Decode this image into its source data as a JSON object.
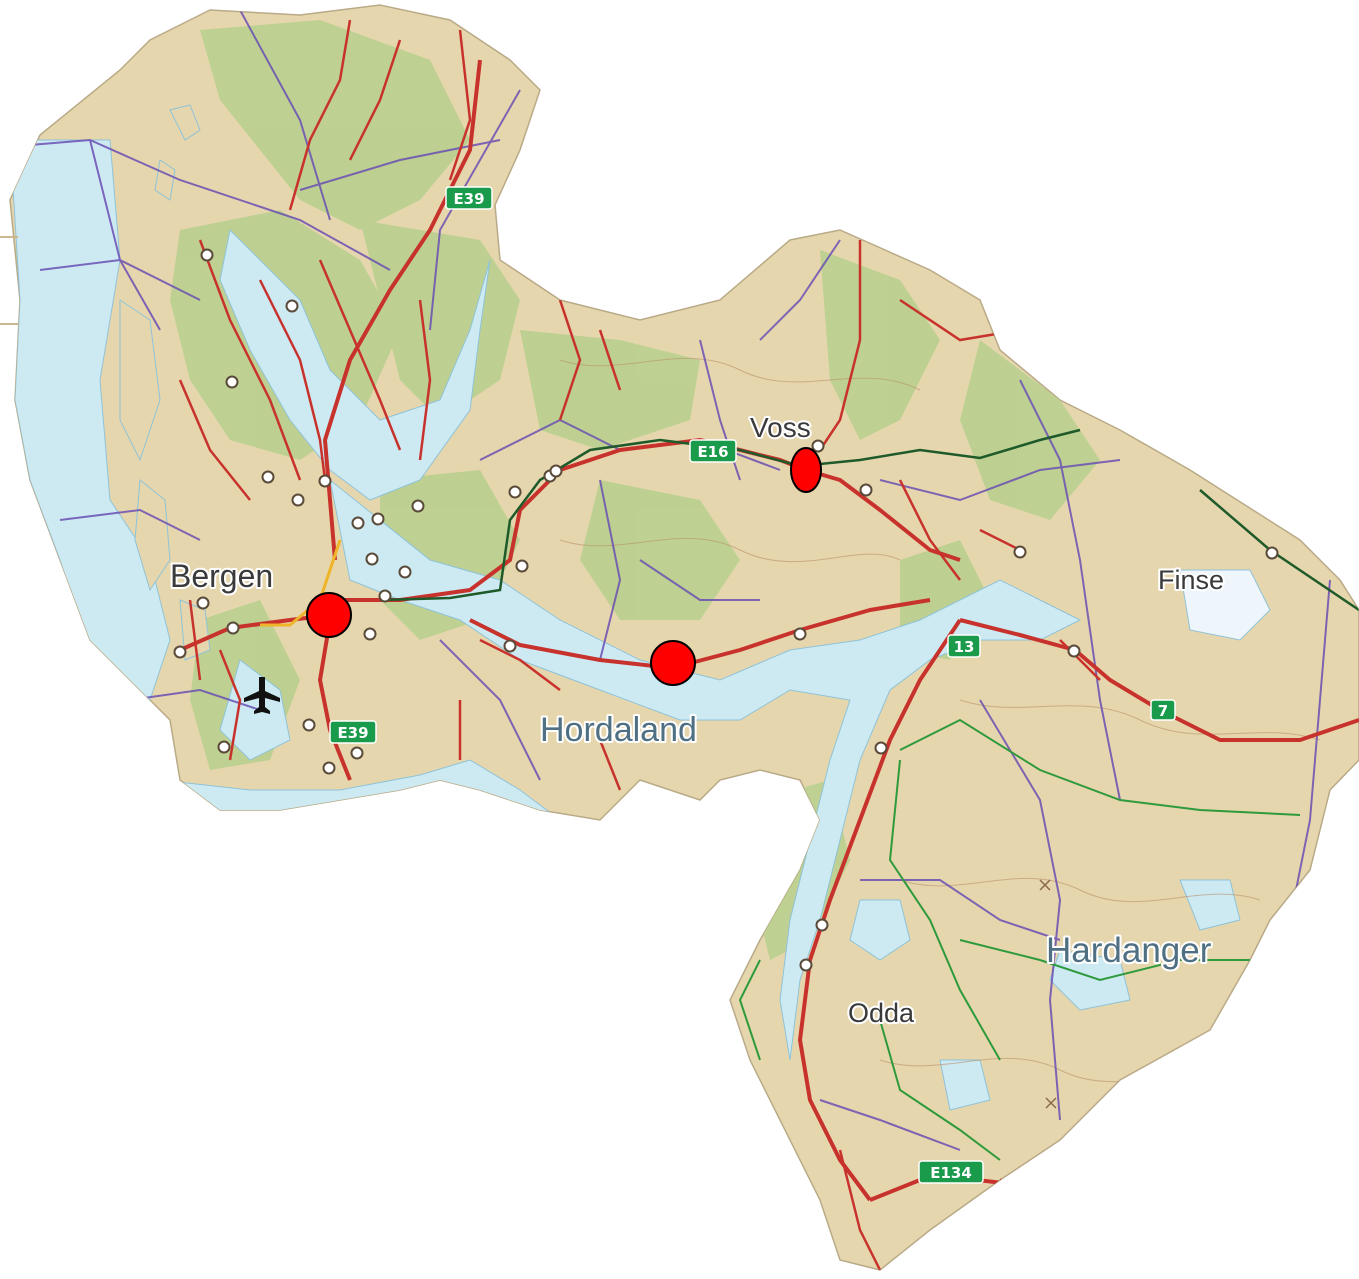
{
  "map": {
    "places": {
      "bergen": "Bergen",
      "voss": "Voss",
      "finse": "Finse",
      "odda": "Odda"
    },
    "regions": {
      "hordaland": "Hordaland",
      "hardanger": "Hardanger"
    },
    "road_shields": {
      "e39_north": "E39",
      "e39_south": "E39",
      "e16": "E16",
      "rv13": "13",
      "rv7": "7",
      "e134": "E134"
    },
    "icons": {
      "airport": "airplane-icon",
      "marker": "red-circle-marker"
    },
    "colors": {
      "land": "#e6d6ad",
      "forest": "#b9d08f",
      "water": "#cdeaf3",
      "main_road": "#c8322c",
      "municipal_border": "#6a4fb3",
      "railway": "#1f5a2a",
      "marker": "#ff0000",
      "shield": "#1a9a4b"
    }
  }
}
